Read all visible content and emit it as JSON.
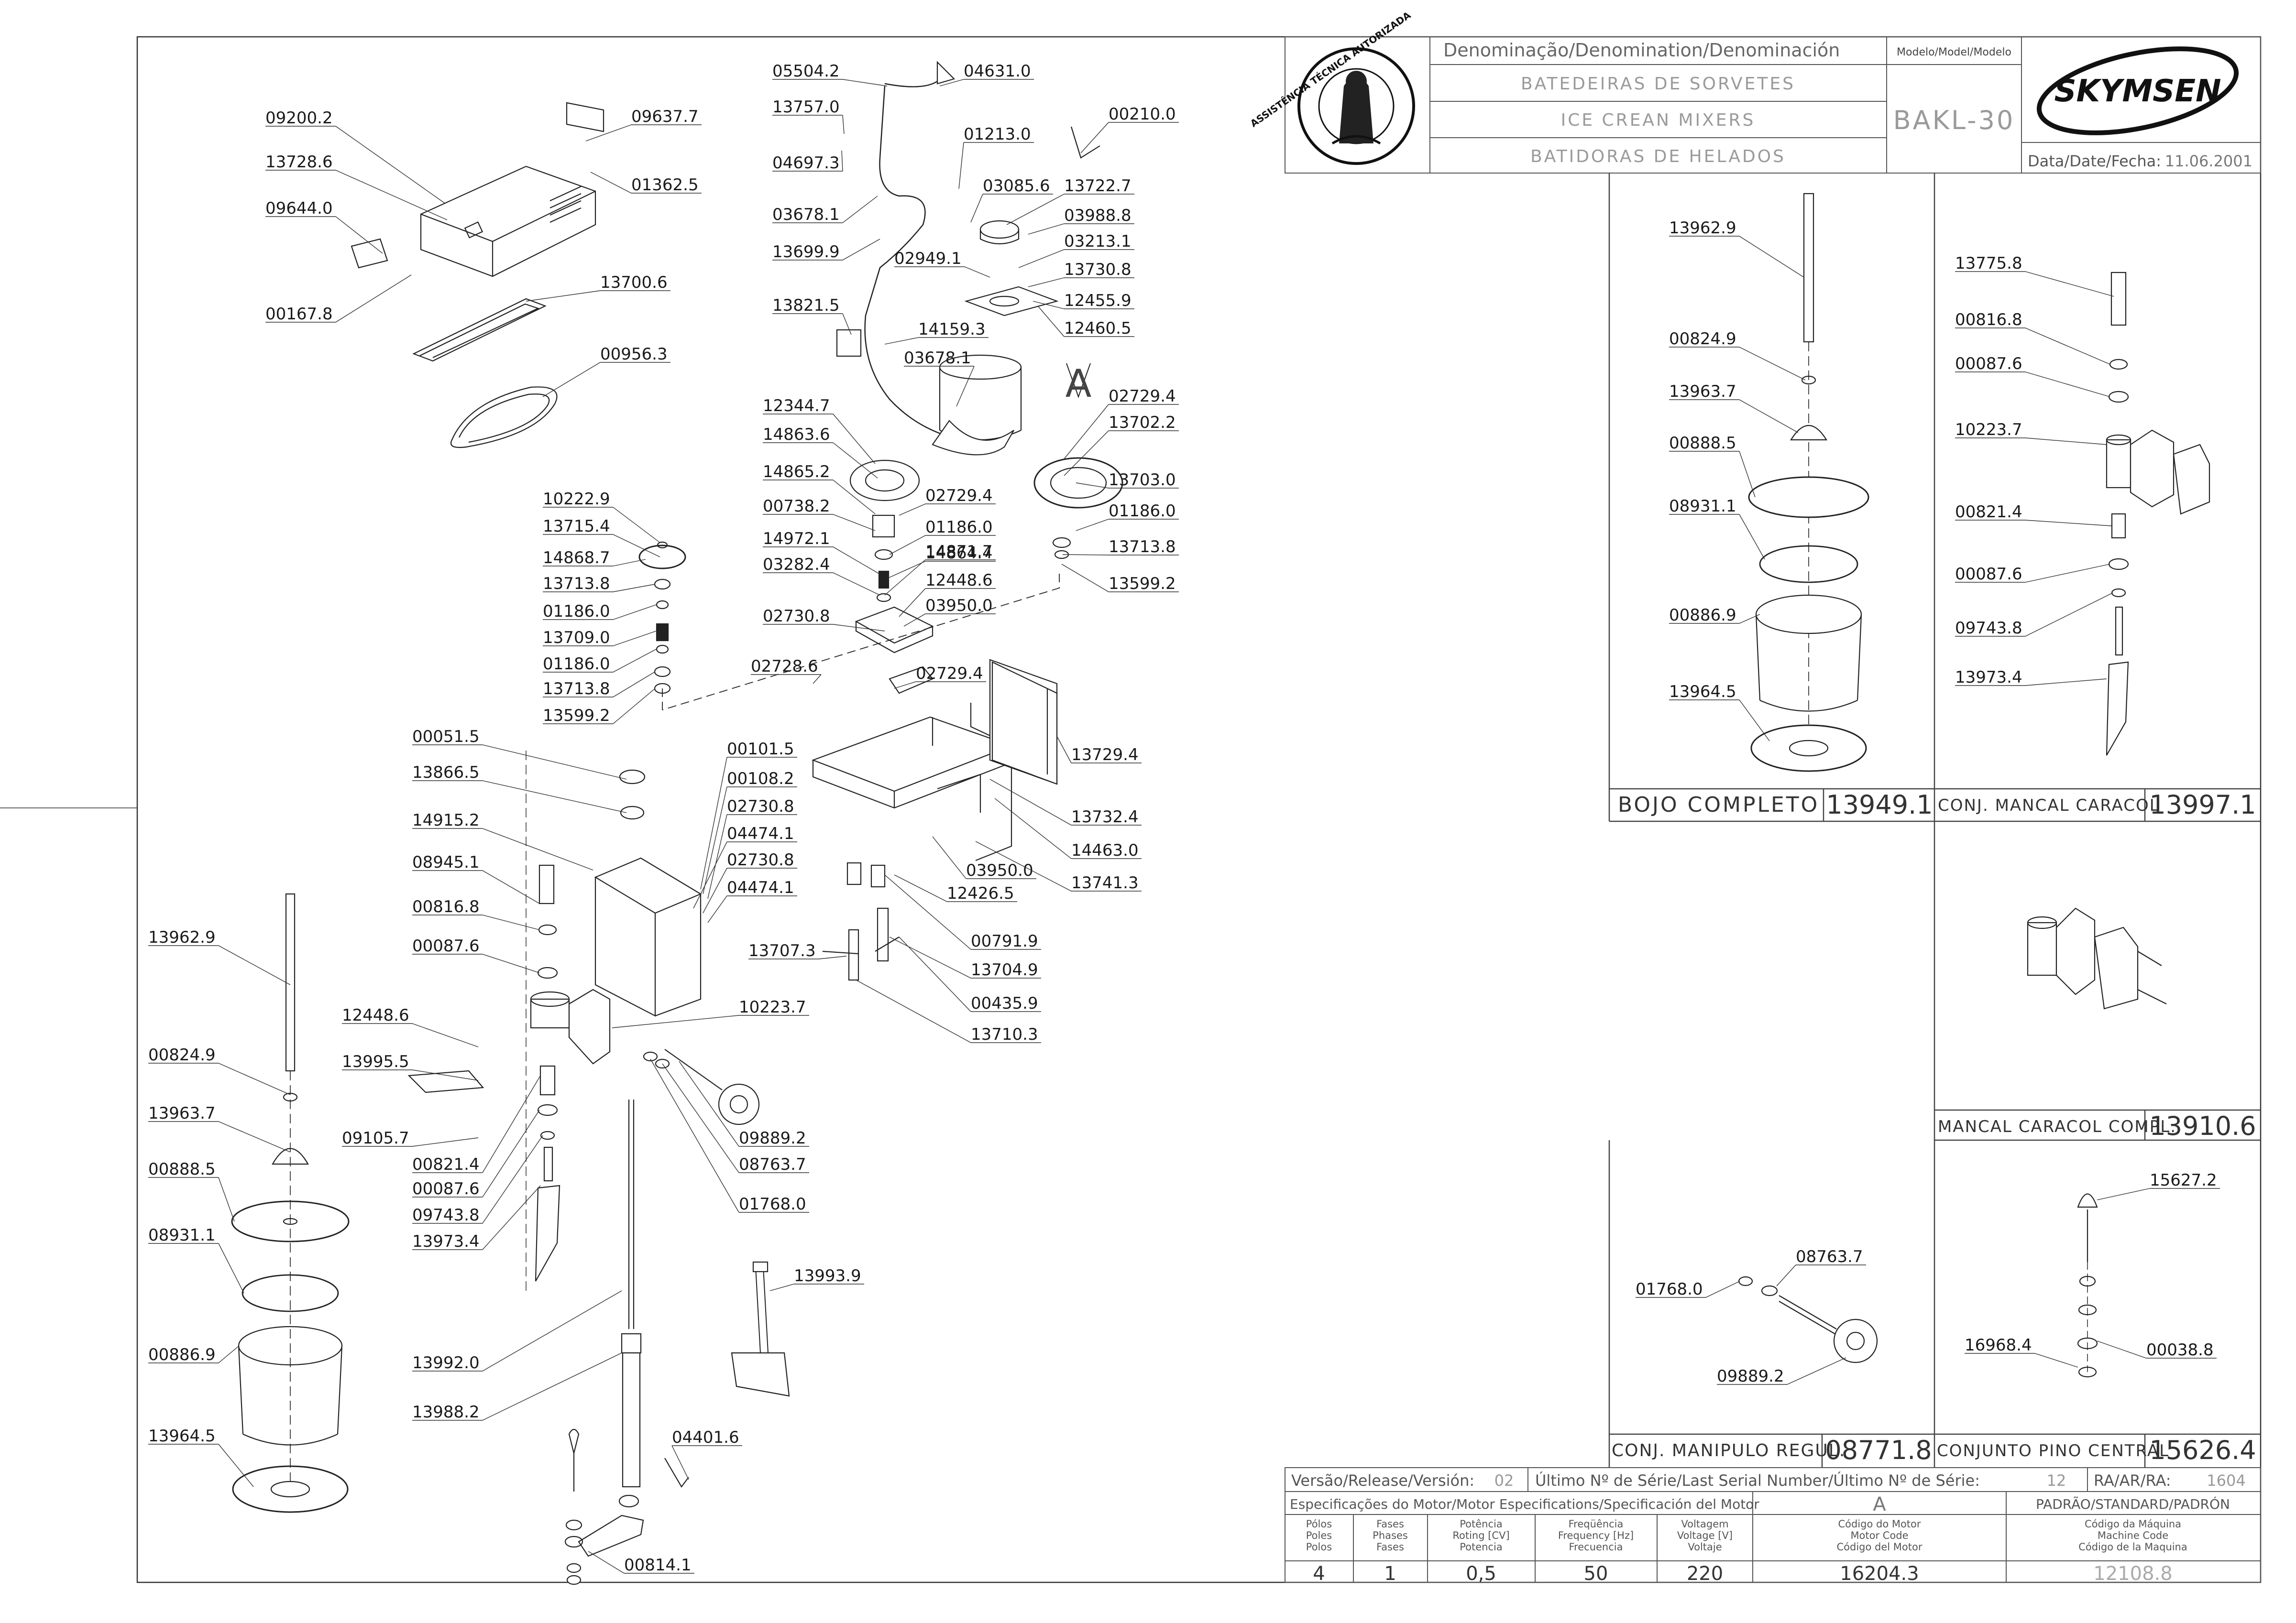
{
  "title_block": {
    "denomination_header": "Denominação/Denomination/Denominación",
    "name_pt": "BATEDEIRAS DE SORVETES",
    "name_en": "ICE CREAN MIXERS",
    "name_es": "BATIDORAS DE HELADOS",
    "model_header": "Modelo/Model/Modelo",
    "model": "BAKL-30",
    "brand": "SKYMSEN",
    "date_label": "Data/Date/Fecha:",
    "date": "11.06.2001",
    "seal_text": "ASSISTÊNCIA TÉCNICA AUTORIZADA"
  },
  "main_parts": [
    "05504.2",
    "04631.0",
    "13757.0",
    "04697.3",
    "01213.0",
    "00210.0",
    "03678.1",
    "03085.6",
    "13722.7",
    "03988.8",
    "03213.1",
    "13699.9",
    "02949.1",
    "13730.8",
    "13821.5",
    "12455.9",
    "12460.5",
    "14159.3",
    "03678.1",
    "02729.4",
    "13702.2",
    "12344.7",
    "14863.6",
    "13703.0",
    "14865.2",
    "02729.4",
    "01186.0",
    "00738.2",
    "01186.0",
    "14864.4",
    "14972.1",
    "14871.7",
    "13713.8",
    "03282.4",
    "12448.6",
    "13599.2",
    "03950.0",
    "02730.8",
    "02728.6",
    "02729.4",
    "13729.4",
    "00101.5",
    "00108.2",
    "02730.8",
    "13732.4",
    "04474.1",
    "14463.0",
    "02730.8",
    "03950.0",
    "13741.3",
    "04474.1",
    "12426.5",
    "00791.9",
    "13707.3",
    "13704.9",
    "00435.9",
    "13710.3",
    "09200.2",
    "09637.7",
    "13728.6",
    "01362.5",
    "09644.0",
    "00167.8",
    "13700.6",
    "00956.3",
    "10222.9",
    "13715.4",
    "14868.7",
    "13713.8",
    "01186.0",
    "13709.0",
    "01186.0",
    "13713.8",
    "13599.2",
    "00051.5",
    "13866.5",
    "14915.2",
    "08945.1",
    "00816.8",
    "00087.6",
    "12448.6",
    "13995.5",
    "09105.7",
    "10223.7",
    "00821.4",
    "00087.6",
    "09743.8",
    "13973.4",
    "09889.2",
    "08763.7",
    "01768.0",
    "13993.9",
    "13992.0",
    "13988.2",
    "04401.6",
    "00814.1",
    "13962.9",
    "00824.9",
    "13963.7",
    "00888.5",
    "08931.1",
    "00886.9",
    "13964.5"
  ],
  "markers": {
    "motor_ref": "A"
  },
  "bojo_parts": [
    "13962.9",
    "00824.9",
    "13963.7",
    "00888.5",
    "08931.1",
    "00886.9",
    "13964.5"
  ],
  "bojo_caption": {
    "label": "BOJO COMPLETO",
    "code": "13949.1"
  },
  "caracol_parts": [
    "13775.8",
    "00816.8",
    "00087.6",
    "10223.7",
    "00821.4",
    "00087.6",
    "09743.8",
    "13973.4"
  ],
  "caracol_caption": {
    "label": "CONJ. MANCAL CARACOL",
    "code": "13997.1"
  },
  "mancal_caption": {
    "label": "MANCAL CARACOL COMPL.",
    "code": "13910.6"
  },
  "manipulo_parts": [
    "01768.0",
    "08763.7",
    "09889.2"
  ],
  "manipulo_caption": {
    "label": "CONJ. MANIPULO REGUL.",
    "code": "08771.8"
  },
  "pino_parts": [
    "15627.2",
    "16968.4",
    "00038.8"
  ],
  "pino_caption": {
    "label": "CONJUNTO PINO CENTRAL",
    "code": "15626.4"
  },
  "spec_block": {
    "release_label": "Versão/Release/Versión:",
    "release": "02",
    "serial_label": "Último Nº de Série/Last Serial Number/Último Nº de Série:",
    "serial": "12",
    "ra_label": "RA/AR/RA:",
    "ra": "1604",
    "motor_spec_header": "Especificações do Motor/Motor Especifications/Specificación del Motor",
    "motor_ref": "A",
    "standard": "PADRÃO/STANDARD/PADRÓN",
    "col_headers": [
      [
        "Pólos",
        "Poles",
        "Polos"
      ],
      [
        "Fases",
        "Phases",
        "Fases"
      ],
      [
        "Potência",
        "Roting [CV]",
        "Potencia"
      ],
      [
        "Freqüência",
        "Frequency [Hz]",
        "Frecuencia"
      ],
      [
        "Voltagem",
        "Voltage [V]",
        "Voltaje"
      ],
      [
        "Código do Motor",
        "Motor Code",
        "Código del Motor"
      ],
      [
        "Código da Máquina",
        "Machine Code",
        "Código de la Maquina"
      ]
    ],
    "values": [
      "4",
      "1",
      "0,5",
      "50",
      "220",
      "16204.3",
      "12108.8"
    ]
  }
}
